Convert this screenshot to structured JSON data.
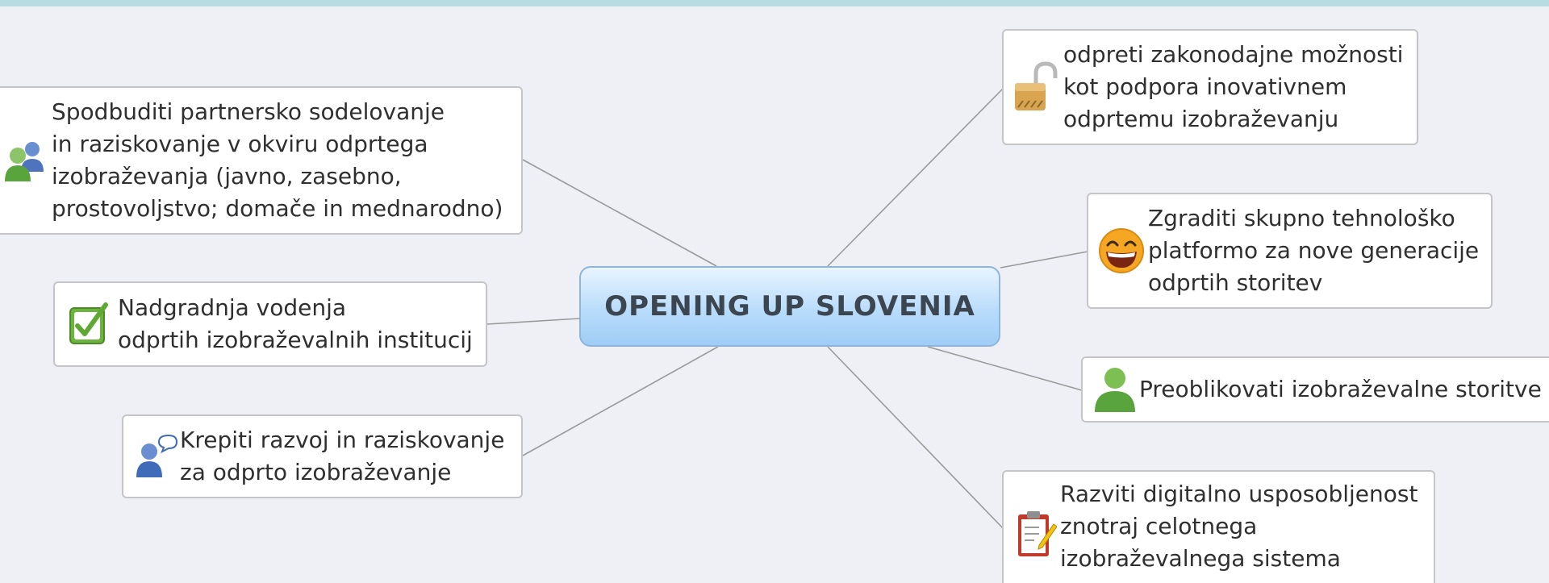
{
  "central_topic": "OPENING UP SLOVENIA",
  "topics": {
    "partnership": {
      "text": "Spodbuditi partnersko sodelovanje\nin raziskovanje v okviru odprtega\nizobraževanja (javno, zasebno,\nprostovoljstvo; domače in mednarodno)",
      "icon": "people-group-icon"
    },
    "leadership": {
      "text": "Nadgradnja vodenja\nodprtih izobraževalnih institucij",
      "icon": "checkbox-icon"
    },
    "research": {
      "text": "Krepiti razvoj in raziskovanje\nza odprto izobraževanje",
      "icon": "person-speech-icon"
    },
    "legislation": {
      "text": "odpreti zakonodajne možnosti\nkot podpora inovativnem\nodprtemu izobraževanju",
      "icon": "unlocked-padlock-icon"
    },
    "platform": {
      "text": "Zgraditi skupno tehnološko\nplatformo za nove generacije\nodprtih storitev",
      "icon": "laughing-smiley-icon"
    },
    "services": {
      "text": "Preoblikovati izobraževalne storitve",
      "icon": "person-icon"
    },
    "digital": {
      "text": "Razviti digitalno usposobljenost\nznotraj celotnega\nizobraževalnega sistema",
      "icon": "clipboard-pencil-icon"
    }
  },
  "colors": {
    "background": "#eef0f6",
    "top_strip": "#b7dde2",
    "connector": "#9a9a9a",
    "node_border": "#c5c5c7",
    "center_fill": "#b9dcfb"
  }
}
